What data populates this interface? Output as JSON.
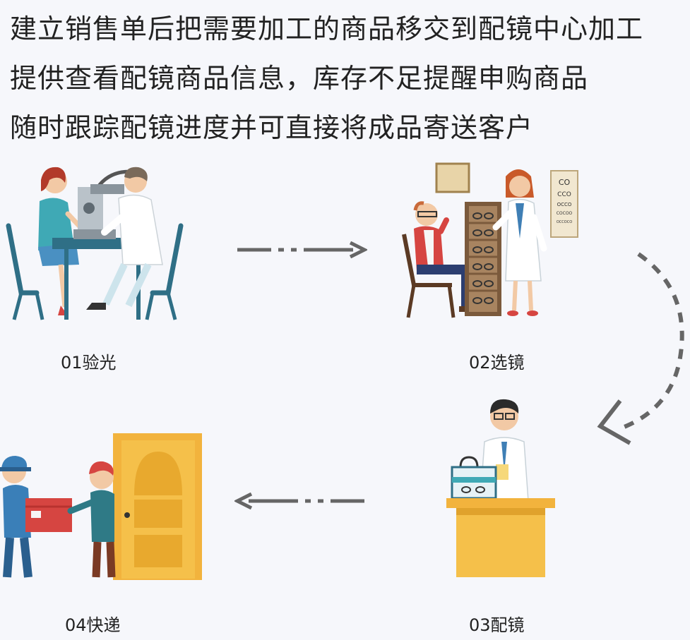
{
  "headline": {
    "lines": [
      "建立销售单后把需要加工的商品移交到配镜中心加工",
      "提供查看配镜商品信息，库存不足提醒申购商品",
      "随时跟踪配镜进度并可直接将成品寄送客户"
    ]
  },
  "steps": [
    {
      "label": "01验光",
      "icon": "eye-exam-illustration"
    },
    {
      "label": "02选镜",
      "icon": "frame-selection-illustration"
    },
    {
      "label": "03配镜",
      "icon": "lens-fitting-illustration"
    },
    {
      "label": "04快递",
      "icon": "delivery-illustration"
    }
  ],
  "colors": {
    "background": "#f6f7fb",
    "arrow": "#666666",
    "teal": "#2f6f86",
    "orange": "#f2b33d",
    "red": "#d64541"
  }
}
